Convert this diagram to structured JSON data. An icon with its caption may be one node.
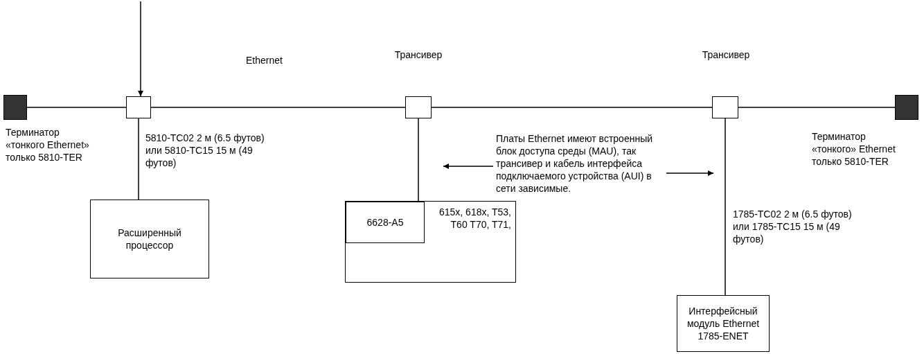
{
  "diagram": {
    "nodes": [
      {
        "text": [],
        "shape": "box",
        "beside": [
          "Терминатор «тонкого Ethernet» только 5810-TER"
        ]
      },
      {
        "text": [],
        "shape": "box"
      },
      {
        "text": [],
        "shape": "box",
        "beside": [
          "Трансивер"
        ]
      },
      {
        "text": [],
        "shape": "box",
        "beside": [
          "Трансивер"
        ]
      },
      {
        "text": [],
        "shape": "box",
        "beside": [
          "Терминатор «тонкого» Ethernet только 5810-TER"
        ]
      },
      {
        "text": [
          "Расширенный процессор"
        ]
      },
      {
        "text": [
          "615x, 618x, T53, T60 T70, T71,"
        ]
      },
      {
        "text": [
          "6628-A5"
        ],
        "in": 6
      },
      {
        "text": [
          "Интерфейсный модуль Ethernet 1785-ENET"
        ]
      },
      {
        "text": [
          "Платы Ethernet имеют встроенный блок доступа среды (MAU), так трансивер и кабель интерфейса подключаемого устройства (AUI) в сети зависимые."
        ]
      }
    ],
    "edges": [
      {
        "from": 0,
        "to": 1,
        "arrow": "none"
      },
      {
        "from": 1,
        "to": 2,
        "arrow": "none",
        "label": "Ethernet"
      },
      {
        "from": 2,
        "to": 3,
        "arrow": "none"
      },
      {
        "from": 3,
        "to": 4,
        "arrow": "none"
      },
      {
        "from": null,
        "to": 1,
        "arrow": "to"
      },
      {
        "from": 1,
        "to": 5,
        "arrow": "none",
        "label": "5810-TC02 2 м (6.5 футов) или 5810-TC15 15 м (49 футов)"
      },
      {
        "from": 2,
        "to": 6,
        "arrow": "none"
      },
      {
        "from": 3,
        "to": 8,
        "arrow": "none",
        "label": "1785-TC02 2 м (6.5 футов) или 1785-TC15 15 м (49 футов)"
      },
      {
        "from": 9,
        "to": null,
        "arrow": "to"
      },
      {
        "from": 9,
        "to": null,
        "arrow": "to"
      }
    ]
  }
}
